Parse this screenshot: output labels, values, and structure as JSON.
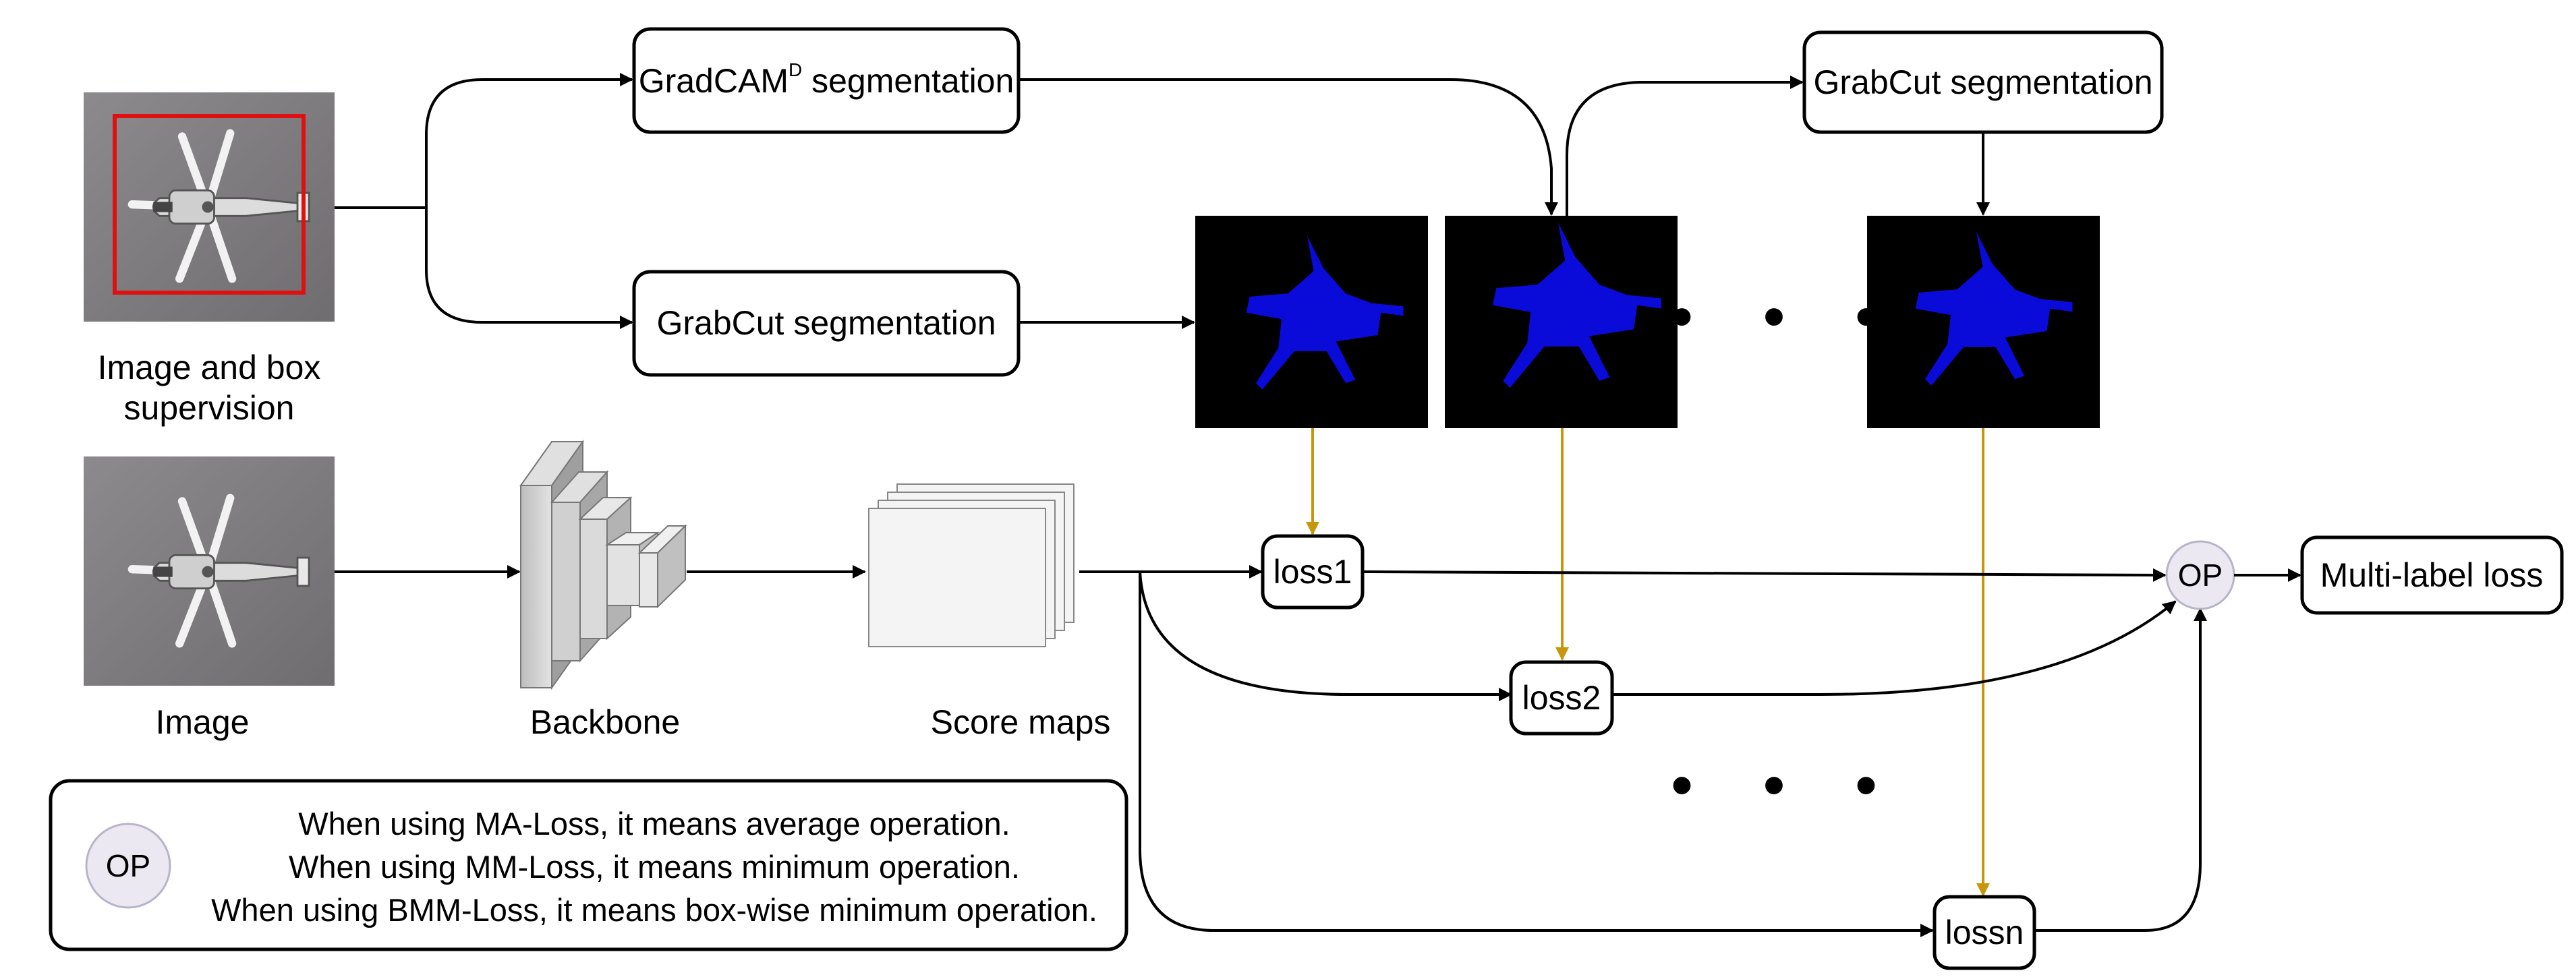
{
  "top": {
    "input_caption_line1": "Image and box",
    "input_caption_line2": "supervision",
    "gradcam_box": "GradCAM",
    "gradcam_superscript": "D",
    "gradcam_suffix": " segmentation",
    "grabcut_box_left": "GrabCut segmentation",
    "grabcut_box_right": "GrabCut segmentation",
    "ellipsis": "• • •"
  },
  "pipeline": {
    "image_caption": "Image",
    "backbone_caption": "Backbone",
    "score_maps_caption": "Score maps"
  },
  "losses": {
    "loss1": "loss1",
    "loss2": "loss2",
    "lossn": "lossn",
    "ellipsis": "• • •",
    "op": "OP",
    "multi_label": "Multi-label loss"
  },
  "legend": {
    "op": "OP",
    "line1": "When using MA-Loss, it means average operation.",
    "line2": "When using MM-Loss, it means minimum operation.",
    "line3": "When using BMM-Loss, it means box-wise minimum operation."
  },
  "colors": {
    "mask_background": "#000000",
    "mask_blue": "#0b0bd9",
    "arrow_gold": "#c8960c",
    "op_fill": "#ebe8f2",
    "box_red": "#e01010"
  }
}
